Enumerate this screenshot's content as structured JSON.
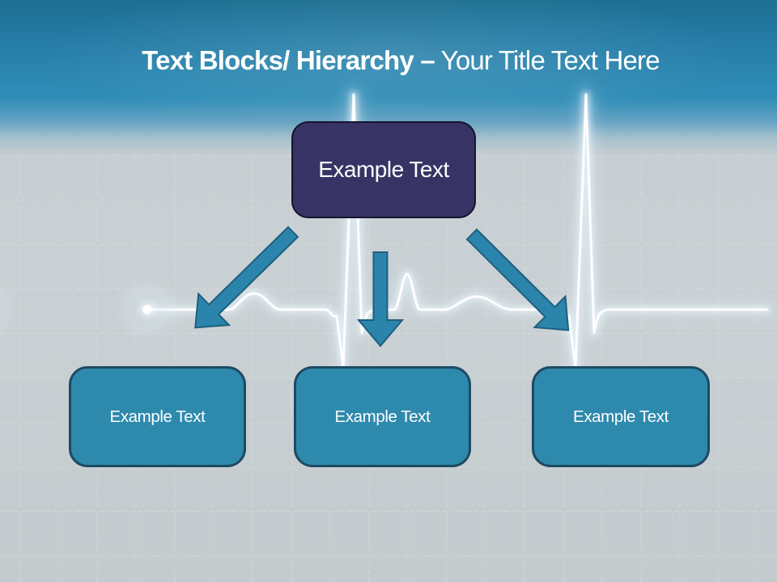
{
  "slide_title": {
    "bold": "Text Blocks/ Hierarchy –",
    "regular": " Your Title Text Here"
  },
  "hierarchy": {
    "root": {
      "label": "Example Text"
    },
    "children": [
      {
        "label": "Example Text"
      },
      {
        "label": "Example Text"
      },
      {
        "label": "Example Text"
      }
    ]
  },
  "graphics": {
    "arrows": [
      "arrow-down-left",
      "arrow-down",
      "arrow-down-right"
    ],
    "background_motif": "ekg-heartbeat-pulse-line"
  },
  "colors": {
    "header-top": "#1e7092",
    "header-mid": "#2f8db7",
    "canvas": "#c9d0d3",
    "canvas-bottom": "#c3cbce",
    "root-box-fill": "#373465",
    "root-box-border": "#171430",
    "child-box-fill": "#2e8aad",
    "child-box-border": "#1d4a63",
    "arrow-fill": "#2b84ab",
    "arrow-border": "#1e5f7e",
    "ekg-line": "#ffffff",
    "text": "#ffffff"
  }
}
